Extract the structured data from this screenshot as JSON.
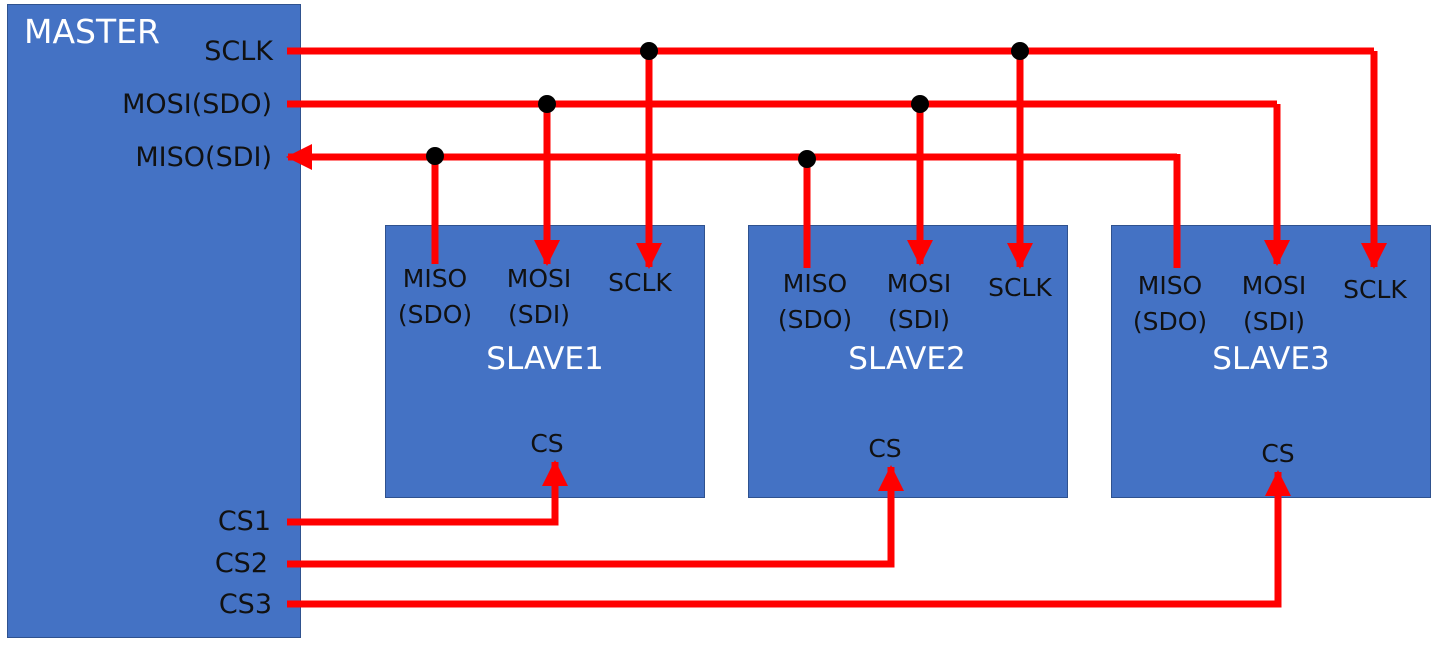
{
  "colors": {
    "box": "#4472c4",
    "box_border": "#2f528f",
    "wire": "#ff0000",
    "dot": "#000000",
    "text_dark": "#111111",
    "text_light": "#ffffff"
  },
  "master": {
    "title": "MASTER",
    "pins": {
      "sclk": "SCLK",
      "mosi": "MOSI(SDO)",
      "miso": "MISO(SDI)",
      "cs1": "CS1",
      "cs2": "CS2",
      "cs3": "CS3"
    }
  },
  "slaves": [
    {
      "name": "SLAVE1",
      "miso_1": "MISO",
      "miso_2": "(SDO)",
      "mosi_1": "MOSI",
      "mosi_2": "(SDI)",
      "sclk": "SCLK",
      "cs": "CS"
    },
    {
      "name": "SLAVE2",
      "miso_1": "MISO",
      "miso_2": "(SDO)",
      "mosi_1": "MOSI",
      "mosi_2": "(SDI)",
      "sclk": "SCLK",
      "cs": "CS"
    },
    {
      "name": "SLAVE3",
      "miso_1": "MISO",
      "miso_2": "(SDO)",
      "mosi_1": "MOSI",
      "mosi_2": "(SDI)",
      "sclk": "SCLK",
      "cs": "CS"
    }
  ]
}
